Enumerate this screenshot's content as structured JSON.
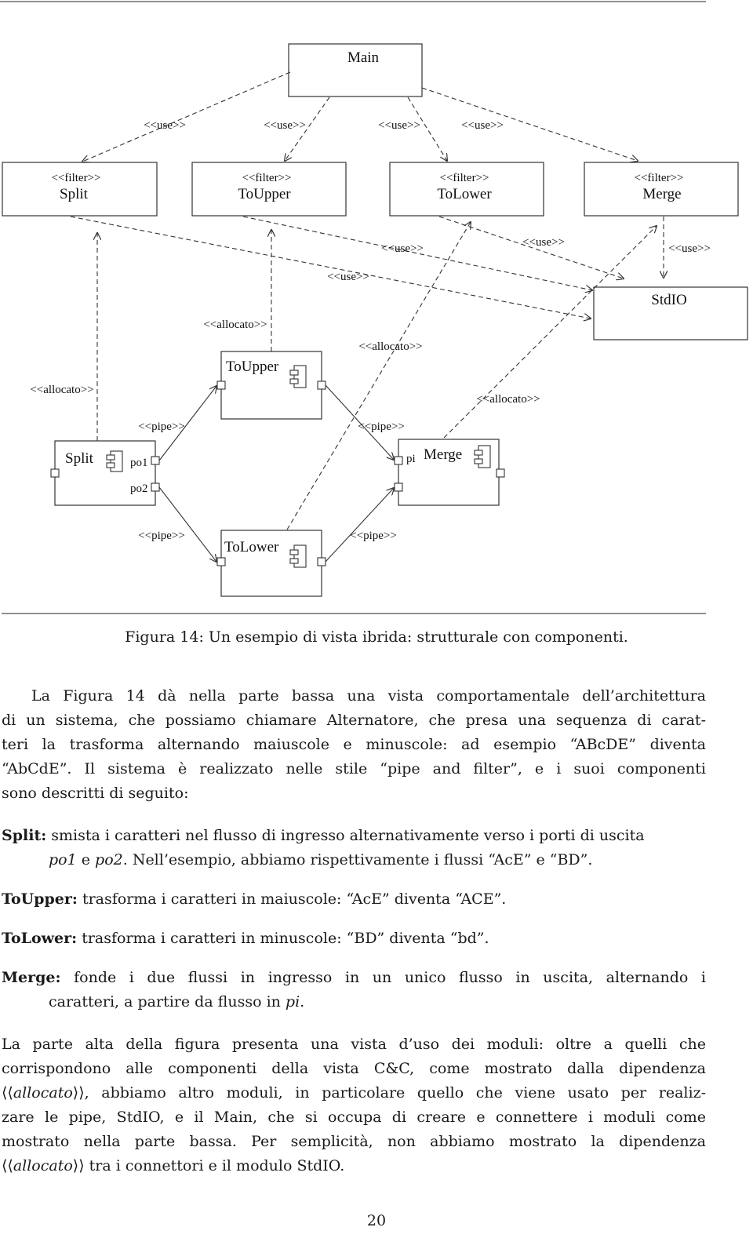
{
  "diagram": {
    "main": "Main",
    "use": "<<use>>",
    "filter": "<<filter>>",
    "allocato": "<<allocato>>",
    "pipe": "<<pipe>>",
    "split": "Split",
    "toupper": "ToUpper",
    "tolower": "ToLower",
    "merge": "Merge",
    "stdio": "StdIO",
    "po1": "po1",
    "po2": "po2",
    "pi": "pi"
  },
  "caption": "Figura 14: Un esempio di vista ibrida: strutturale con componenti.",
  "para1": [
    "La Figura 14 dà nella parte bassa una vista comportamentale dell’architettura",
    "di un sistema, che possiamo chiamare Alternatore, che presa una sequenza di carat-",
    "teri la trasforma alternando maiuscole e minuscole: ad esempio “ABcDE” diventa",
    "“AbCdE”. Il sistema è realizzato nelle stile “pipe and filter”, e i suoi componenti",
    "sono descritti di seguito:"
  ],
  "items": {
    "split_term": "Split:",
    "split_line1": "smista i caratteri nel flusso di ingresso alternativamente verso i porti di uscita",
    "split_po1": "po1",
    "split_e": " e ",
    "split_po2": "po2",
    "split_rest": ". Nell’esempio, abbiamo rispettivamente i flussi “AcE” e “BD”.",
    "toupper_term": "ToUpper:",
    "toupper_text": "trasforma i caratteri in maiuscole: “AcE” diventa “ACE”.",
    "tolower_term": "ToLower:",
    "tolower_text": "trasforma i caratteri in minuscole: “BD” diventa “bd”.",
    "merge_term": "Merge:",
    "merge_line1": "fonde i due flussi in ingresso in un unico flusso in uscita, alternando i",
    "merge_line2a": "caratteri, a partire da flusso in ",
    "merge_pi": "pi",
    "merge_line2b": "."
  },
  "para2": {
    "line1": "La parte alta della figura presenta una vista d’uso dei moduli: oltre a quelli che",
    "line2": "corrispondono alle componenti della vista C&C, come mostrato dalla dipendenza",
    "line3_open": "⟨⟨",
    "line3_word": "allocato",
    "line3_close": "⟩⟩",
    "line3_rest": ", abbiamo altro moduli, in particolare quello che viene usato per realiz-",
    "line4": "zare le pipe, StdIO, e il Main, che si occupa di creare e connettere i moduli come",
    "line5": "mostrato nella parte bassa. Per semplicità, non abbiamo mostrato la dipendenza",
    "line6_open": "⟨⟨",
    "line6_word": "allocato",
    "line6_close": "⟩⟩",
    "line6_rest": " tra i connettori e il modulo StdIO."
  },
  "page_number": "20"
}
